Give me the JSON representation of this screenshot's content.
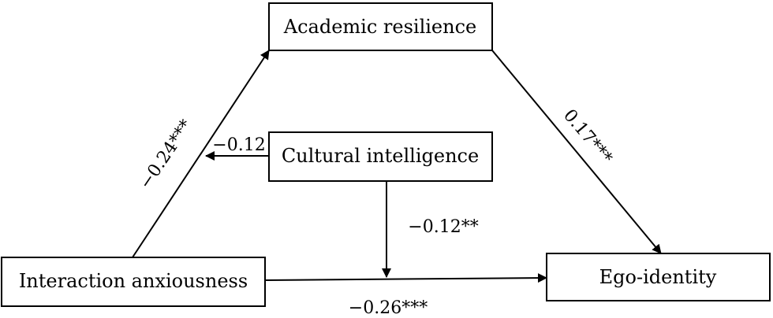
{
  "nodes": {
    "academic_resilience": "Academic resilience",
    "cultural_intelligence": "Cultural intelligence",
    "interaction_anxiousness": "Interaction anxiousness",
    "ego_identity": "Ego-identity"
  },
  "coefficients": {
    "anxiousness_to_resilience": "−0.24***",
    "resilience_to_ego": "0.17***",
    "intelligence_to_path_a": "−0.12",
    "intelligence_to_direct_path": "−0.12**",
    "anxiousness_to_ego": "−0.26***"
  }
}
